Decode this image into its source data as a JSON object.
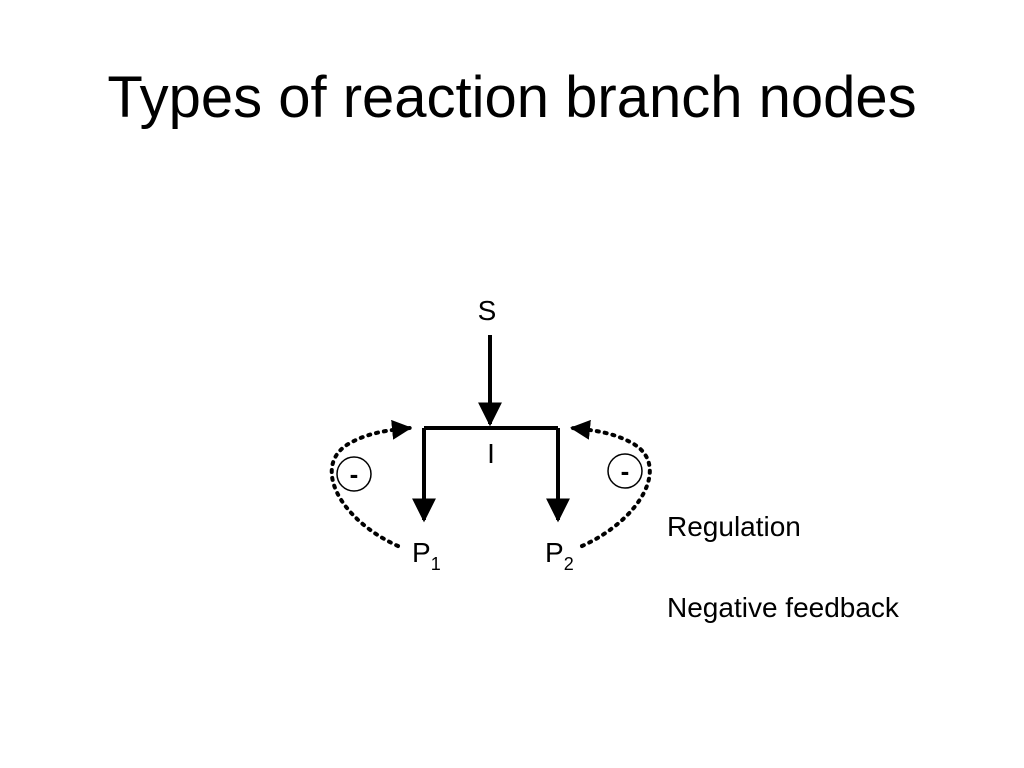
{
  "slide": {
    "title": "Types of reaction branch nodes"
  },
  "diagram": {
    "substrate": "S",
    "intermediate": "I",
    "product_1": {
      "base": "P",
      "subscript": "1"
    },
    "product_2": {
      "base": "P",
      "subscript": "2"
    },
    "left_inhibition_sign": "-",
    "right_inhibition_sign": "-"
  },
  "labels": {
    "regulation": "Regulation",
    "negative_feedback": "Negative feedback"
  },
  "colors": {
    "line": "#000000",
    "background": "#ffffff"
  }
}
